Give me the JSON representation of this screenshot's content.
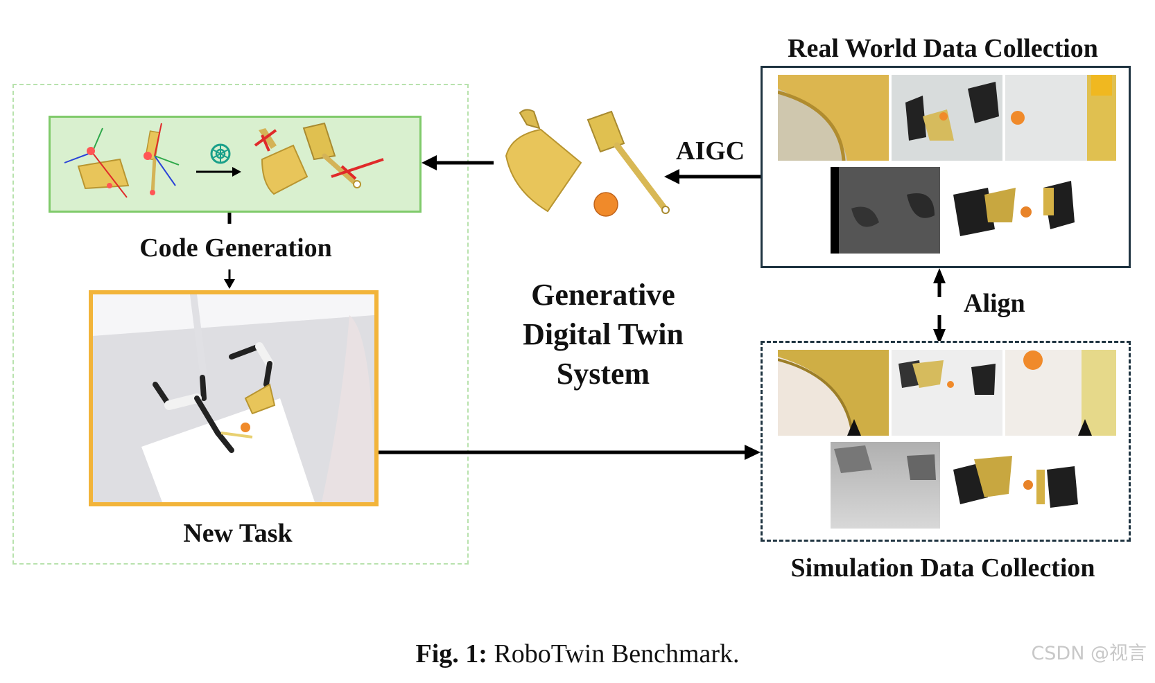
{
  "labels": {
    "code_generation": "Code Generation",
    "new_task": "New Task",
    "generative_line1": "Generative",
    "generative_line2": "Digital Twin",
    "generative_line3": "System",
    "aigc": "AIGC",
    "align": "Align",
    "real_world": "Real World Data Collection",
    "simulation": "Simulation Data Collection"
  },
  "caption": {
    "prefix": "Fig. 1:",
    "text": " RoboTwin Benchmark."
  },
  "watermark": "CSDN @视言",
  "colors": {
    "code_panel_fill": "#d9f0cf",
    "code_panel_border": "#7fca6a",
    "outer_dashed_border": "#b8e2ad",
    "new_task_border": "#f2b43a",
    "real_frame": "#1f3441",
    "sim_frame": "#1f3441",
    "object_yellow": "#e8c55a",
    "ball_orange": "#f08a2a",
    "axis_red": "#e02a2a"
  },
  "icons": [
    "chatgpt-icon",
    "dustpan-icon",
    "brush-icon",
    "ball-icon",
    "robot-arm-icon"
  ]
}
